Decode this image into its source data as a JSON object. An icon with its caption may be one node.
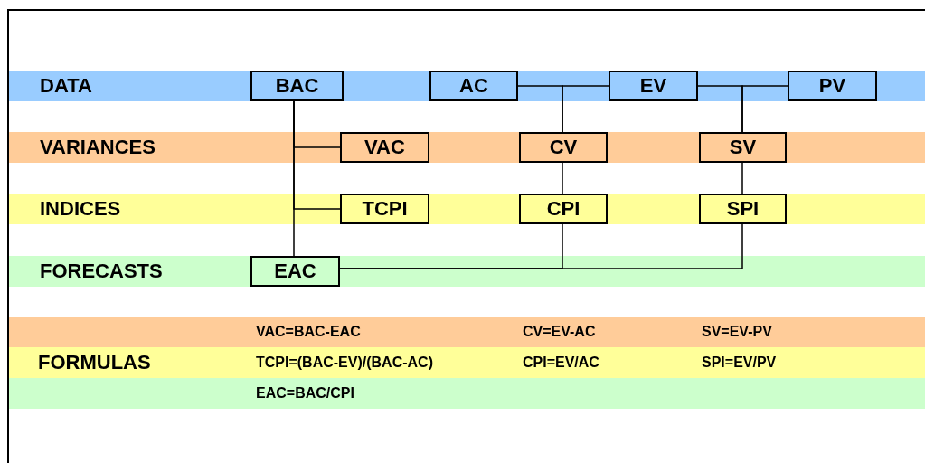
{
  "diagram": {
    "nodes": [
      {
        "text": [
          "DATA"
        ]
      },
      {
        "text": [
          "BAC"
        ],
        "in": 0
      },
      {
        "text": [
          "AC"
        ],
        "in": 0
      },
      {
        "text": [
          "EV"
        ],
        "in": 0
      },
      {
        "text": [
          "PV"
        ],
        "in": 0
      },
      {
        "text": [
          "VARIANCES"
        ]
      },
      {
        "text": [
          "VAC"
        ],
        "in": 5
      },
      {
        "text": [
          "CV"
        ],
        "in": 5
      },
      {
        "text": [
          "SV"
        ],
        "in": 5
      },
      {
        "text": [
          "INDICES"
        ]
      },
      {
        "text": [
          "TCPI"
        ],
        "in": 9
      },
      {
        "text": [
          "CPI"
        ],
        "in": 9
      },
      {
        "text": [
          "SPI"
        ],
        "in": 9
      },
      {
        "text": [
          "FORECASTS"
        ]
      },
      {
        "text": [
          "EAC"
        ],
        "in": 13
      }
    ],
    "edges": [
      {
        "from": 1,
        "to": 6,
        "arrow": "none"
      },
      {
        "from": 1,
        "to": 10,
        "arrow": "none"
      },
      {
        "from": 1,
        "to": 14,
        "arrow": "none"
      },
      {
        "from": 2,
        "to": 7,
        "arrow": "none"
      },
      {
        "from": 3,
        "to": 7,
        "arrow": "none"
      },
      {
        "from": 3,
        "to": 8,
        "arrow": "none"
      },
      {
        "from": 4,
        "to": 8,
        "arrow": "none"
      },
      {
        "from": 7,
        "to": 11,
        "arrow": "none"
      },
      {
        "from": 8,
        "to": 12,
        "arrow": "none"
      },
      {
        "from": 11,
        "to": 14,
        "arrow": "none"
      },
      {
        "from": 12,
        "to": 14,
        "arrow": "none"
      }
    ],
    "labels": [
      "VAC=BAC-EAC",
      "CV=EV-AC",
      "SV=EV-PV",
      "FORMULAS",
      "TCPI=(BAC-EV)/(BAC-AC)",
      "CPI=EV/AC",
      "SPI=EV/PV",
      "EAC=BAC/CPI"
    ]
  }
}
